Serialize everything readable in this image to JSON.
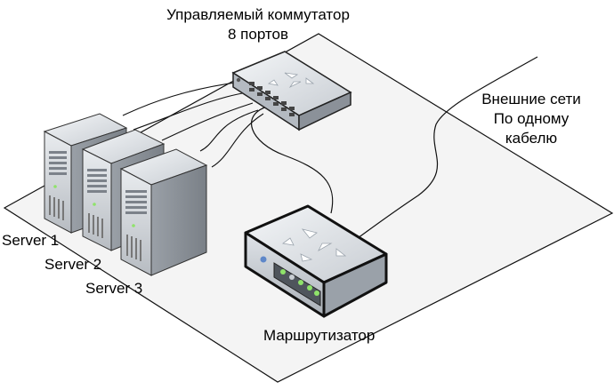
{
  "switch": {
    "title_line1": "Управляемый коммутатор",
    "title_line2": "8 портов"
  },
  "external": {
    "line1": "Внешние сети",
    "line2": "По одному",
    "line3": "кабелю"
  },
  "router": {
    "label": "Маршрутизатор"
  },
  "servers": [
    {
      "label": "Server 1"
    },
    {
      "label": "Server 2"
    },
    {
      "label": "Server 3"
    }
  ],
  "colors": {
    "platform": "#f3f3f3",
    "server_body": "#c9cdd2",
    "switch_body": "#dfe3e8",
    "router_body": "#e6e9ee",
    "led_green": "#8fe36a"
  }
}
